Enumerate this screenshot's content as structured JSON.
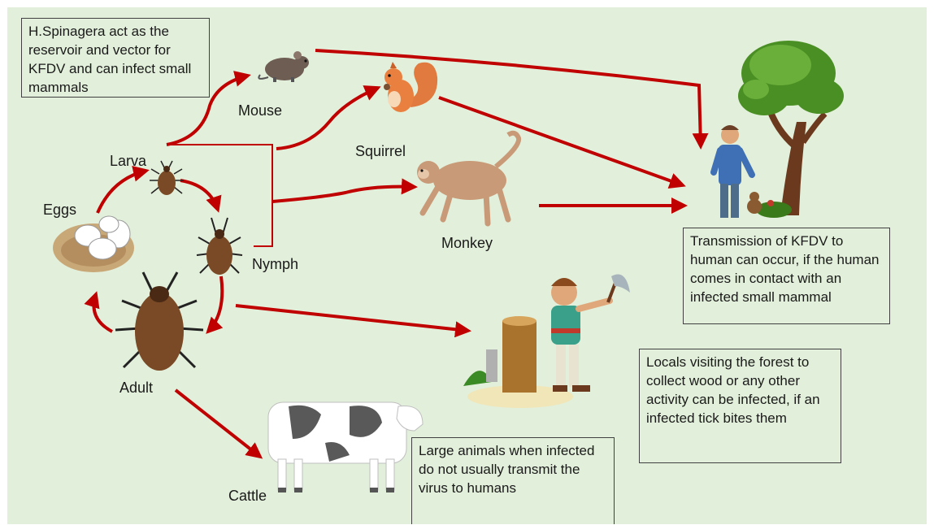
{
  "labels": {
    "mouse": "Mouse",
    "squirrel": "Squirrel",
    "monkey": "Monkey",
    "larva": "Larva",
    "eggs": "Eggs",
    "nymph": "Nymph",
    "adult": "Adult",
    "cattle": "Cattle"
  },
  "notes": {
    "reservoir": "H.Spinagera act as the reservoir and vector for KFDV and can infect small mammals",
    "transmission": "Transmission of KFDV to human can occur, if the human comes in contact with an infected small mammal",
    "locals": "Locals visiting the forest to collect wood or any other activity can be infected, if an infected tick bites them",
    "large_animals": "Large animals when infected do not usually transmit the virus to humans"
  },
  "colors": {
    "background": "#e2efda",
    "arrow": "#c00000",
    "tick": "#7a4a26"
  },
  "icons": [
    "mouse-icon",
    "squirrel-icon",
    "monkey-icon",
    "tree-icon",
    "man-icon",
    "larva-tick-icon",
    "nymph-tick-icon",
    "adult-tick-icon",
    "eggs-icon",
    "cow-icon",
    "woodcutter-icon",
    "stump-icon"
  ]
}
